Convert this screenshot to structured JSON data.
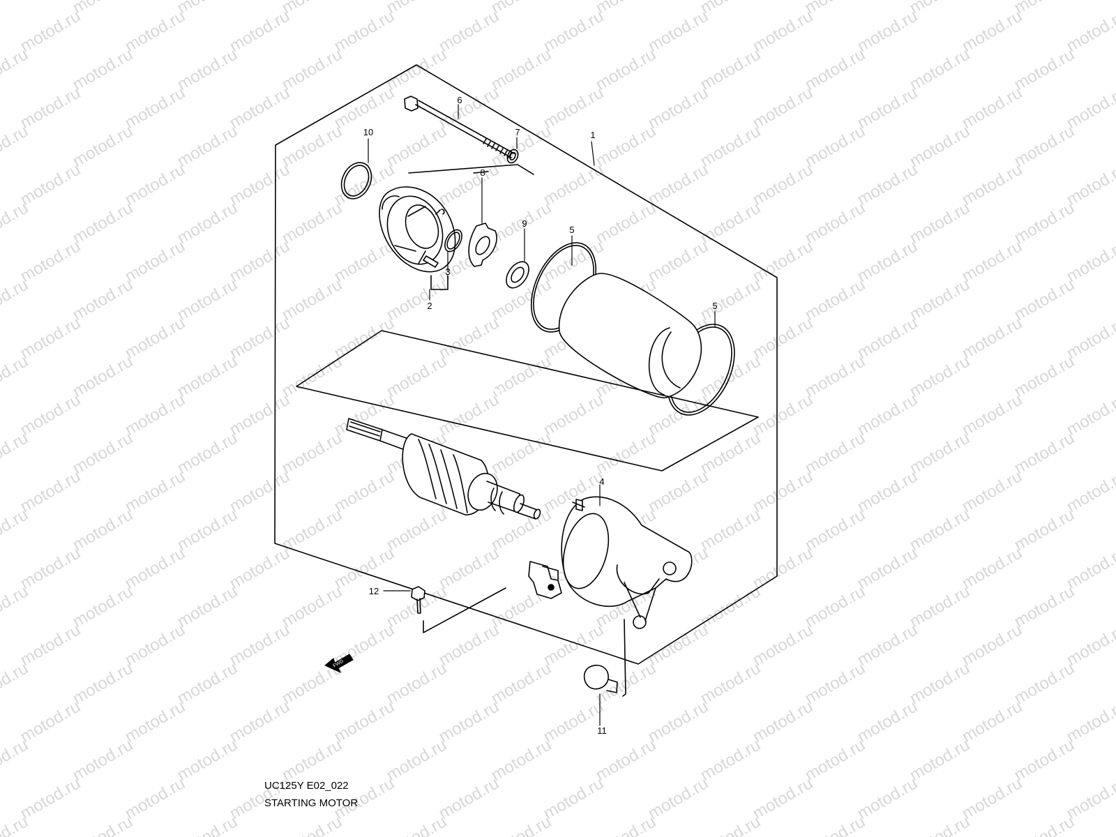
{
  "watermark": {
    "text": "motod.ru",
    "color": "#d7d7d7"
  },
  "diagram": {
    "fwd_label": "FWD",
    "callouts": [
      {
        "id": "1",
        "label": "1"
      },
      {
        "id": "2",
        "label": "2"
      },
      {
        "id": "3",
        "label": "3"
      },
      {
        "id": "4",
        "label": "4"
      },
      {
        "id": "5a",
        "label": "5"
      },
      {
        "id": "5b",
        "label": "5"
      },
      {
        "id": "6",
        "label": "6"
      },
      {
        "id": "7",
        "label": "7"
      },
      {
        "id": "8",
        "label": "8"
      },
      {
        "id": "9",
        "label": "9"
      },
      {
        "id": "10",
        "label": "10"
      },
      {
        "id": "11",
        "label": "11"
      },
      {
        "id": "12",
        "label": "12"
      }
    ]
  },
  "caption": {
    "code": "UC125Y E02_022",
    "title": "STARTING MOTOR"
  }
}
